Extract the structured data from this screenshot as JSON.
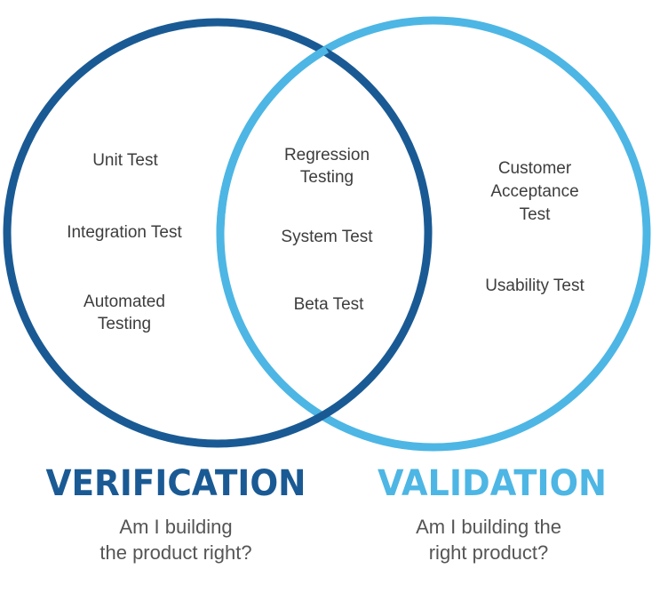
{
  "colors": {
    "verification": "#1a5a94",
    "validation": "#4db6e4",
    "item_text": "#3d3d3d",
    "question_text": "#555555"
  },
  "verification": {
    "title": "VERIFICATION",
    "question_line1": "Am I building",
    "question_line2": "the product right?",
    "items": {
      "unit_test": "Unit Test",
      "integration_test": "Integration Test",
      "automated_testing_line1": "Automated",
      "automated_testing_line2": "Testing"
    }
  },
  "overlap": {
    "items": {
      "regression_testing_line1": "Regression",
      "regression_testing_line2": "Testing",
      "system_test": "System Test",
      "beta_test": "Beta Test"
    }
  },
  "validation": {
    "title": "VALIDATION",
    "question_line1": "Am I building the",
    "question_line2": "right product?",
    "items": {
      "customer_acceptance_line1": "Customer",
      "customer_acceptance_line2": "Acceptance",
      "customer_acceptance_line3": "Test",
      "usability_test": "Usability Test"
    }
  }
}
